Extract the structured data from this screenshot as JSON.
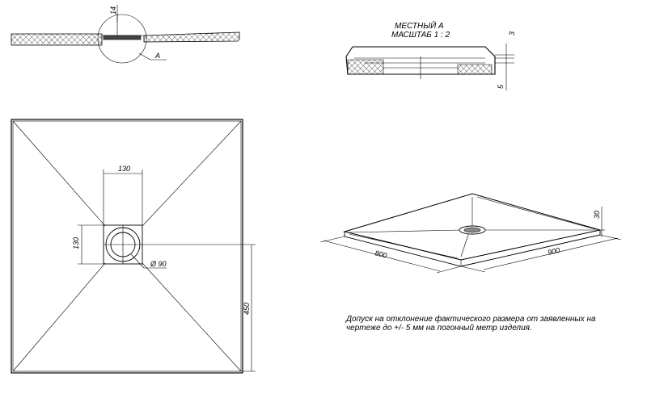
{
  "detail_view": {
    "label_line1": "МЕСТНЫЙ А",
    "label_line2": "МАСШТАБ 1 : 2",
    "dim_3": "3",
    "dim_5": "5"
  },
  "section_view": {
    "dim_14": "14",
    "callout": "А"
  },
  "plan_view": {
    "dim_130_top": "130",
    "dim_130_side": "130",
    "dim_diameter": "Ø 90",
    "dim_450": "450"
  },
  "iso_view": {
    "dim_800": "800",
    "dim_900": "900",
    "dim_30": "30"
  },
  "note": {
    "line1": "Допуск на отклонение фактического размера от заявленных на",
    "line2": "чертеже до +/- 5 мм на погонный метр изделия."
  }
}
